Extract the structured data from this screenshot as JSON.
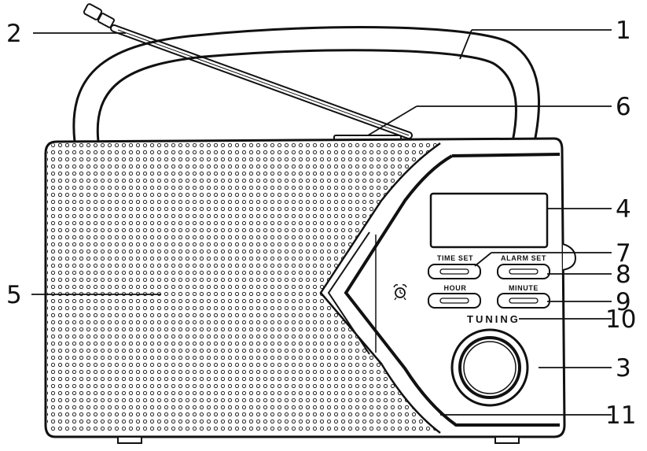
{
  "diagram": {
    "callouts": [
      {
        "id": "1",
        "label": "1"
      },
      {
        "id": "2",
        "label": "2"
      },
      {
        "id": "3",
        "label": "3"
      },
      {
        "id": "4",
        "label": "4"
      },
      {
        "id": "5",
        "label": "5"
      },
      {
        "id": "6",
        "label": "6"
      },
      {
        "id": "7",
        "label": "7"
      },
      {
        "id": "8",
        "label": "8"
      },
      {
        "id": "9",
        "label": "9"
      },
      {
        "id": "10",
        "label": "10"
      },
      {
        "id": "11",
        "label": "11"
      }
    ],
    "buttons": {
      "time_set": "TIME  SET",
      "alarm_set": "ALARM SET",
      "hour": "HOUR",
      "minute": "MINUTE"
    },
    "tuning": "TUNING",
    "icons": {
      "alarm": "alarm-clock-icon"
    },
    "colors": {
      "line": "#111111",
      "background": "#ffffff"
    }
  }
}
